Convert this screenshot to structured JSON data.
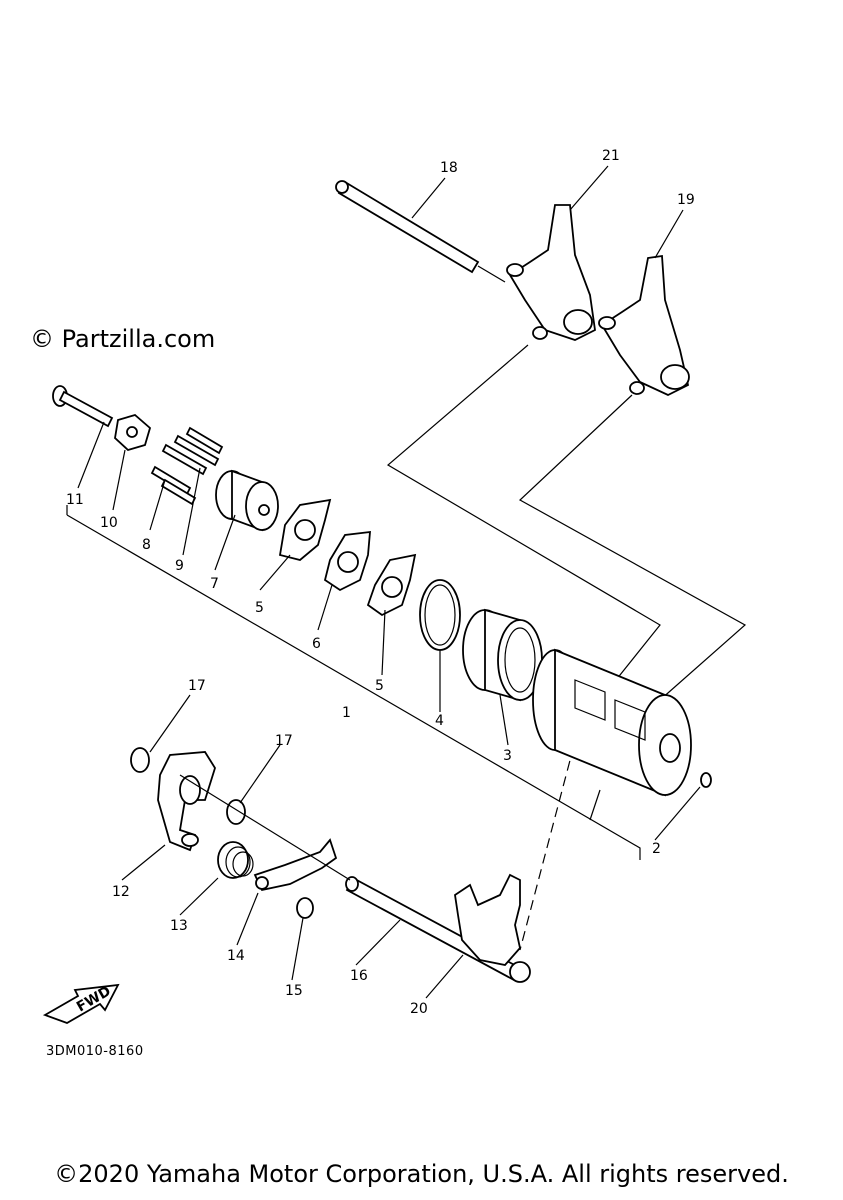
{
  "watermark": "© Partzilla.com",
  "diagram_code": "3DM010-8160",
  "fwd_label": "FWD",
  "copyright": "©2020 Yamaha Motor Corporation, U.S.A. All rights reserved.",
  "callouts": {
    "c1": "1",
    "c2": "2",
    "c3": "3",
    "c4": "4",
    "c5a": "5",
    "c5b": "5",
    "c6": "6",
    "c7": "7",
    "c8": "8",
    "c9": "9",
    "c10": "10",
    "c11": "11",
    "c12": "12",
    "c13": "13",
    "c14": "14",
    "c15": "15",
    "c16": "16",
    "c17a": "17",
    "c17b": "17",
    "c18": "18",
    "c19": "19",
    "c20": "20",
    "c21": "21"
  }
}
